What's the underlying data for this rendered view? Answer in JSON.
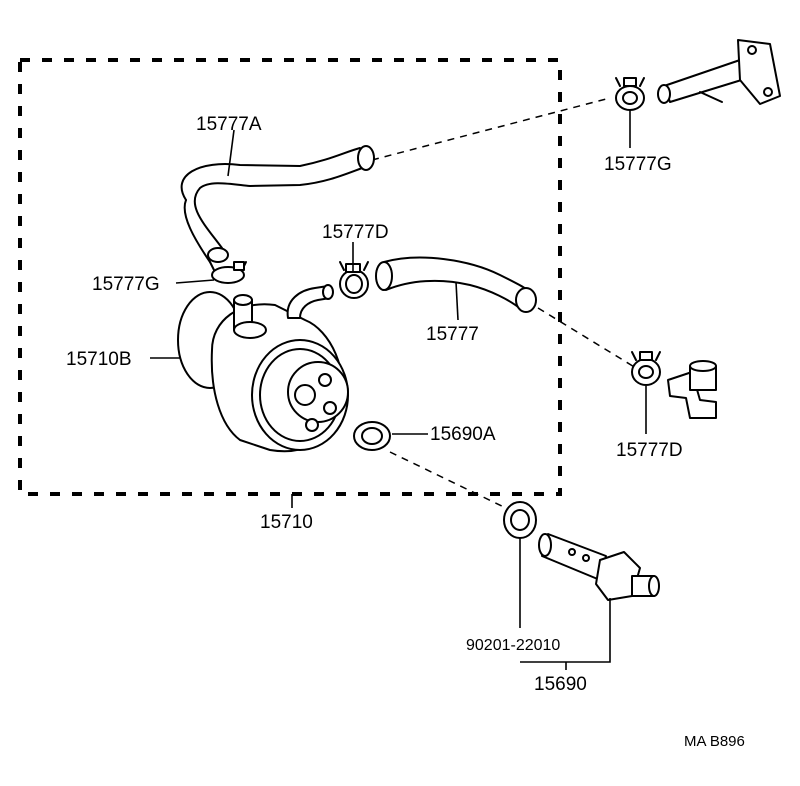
{
  "labels": {
    "hose_upper": "15777A",
    "clip_left": "15777G",
    "clip_top_right": "15777G",
    "clip_middle": "15777D",
    "hose_lower": "15777",
    "clip_bottom_right": "15777D",
    "oil_cooler_body": "15710B",
    "gasket": "15690A",
    "cooler_assembly": "15710",
    "gasket_part": "90201-22010",
    "union_bolt": "15690"
  },
  "footer": {
    "code": "MA B896"
  }
}
